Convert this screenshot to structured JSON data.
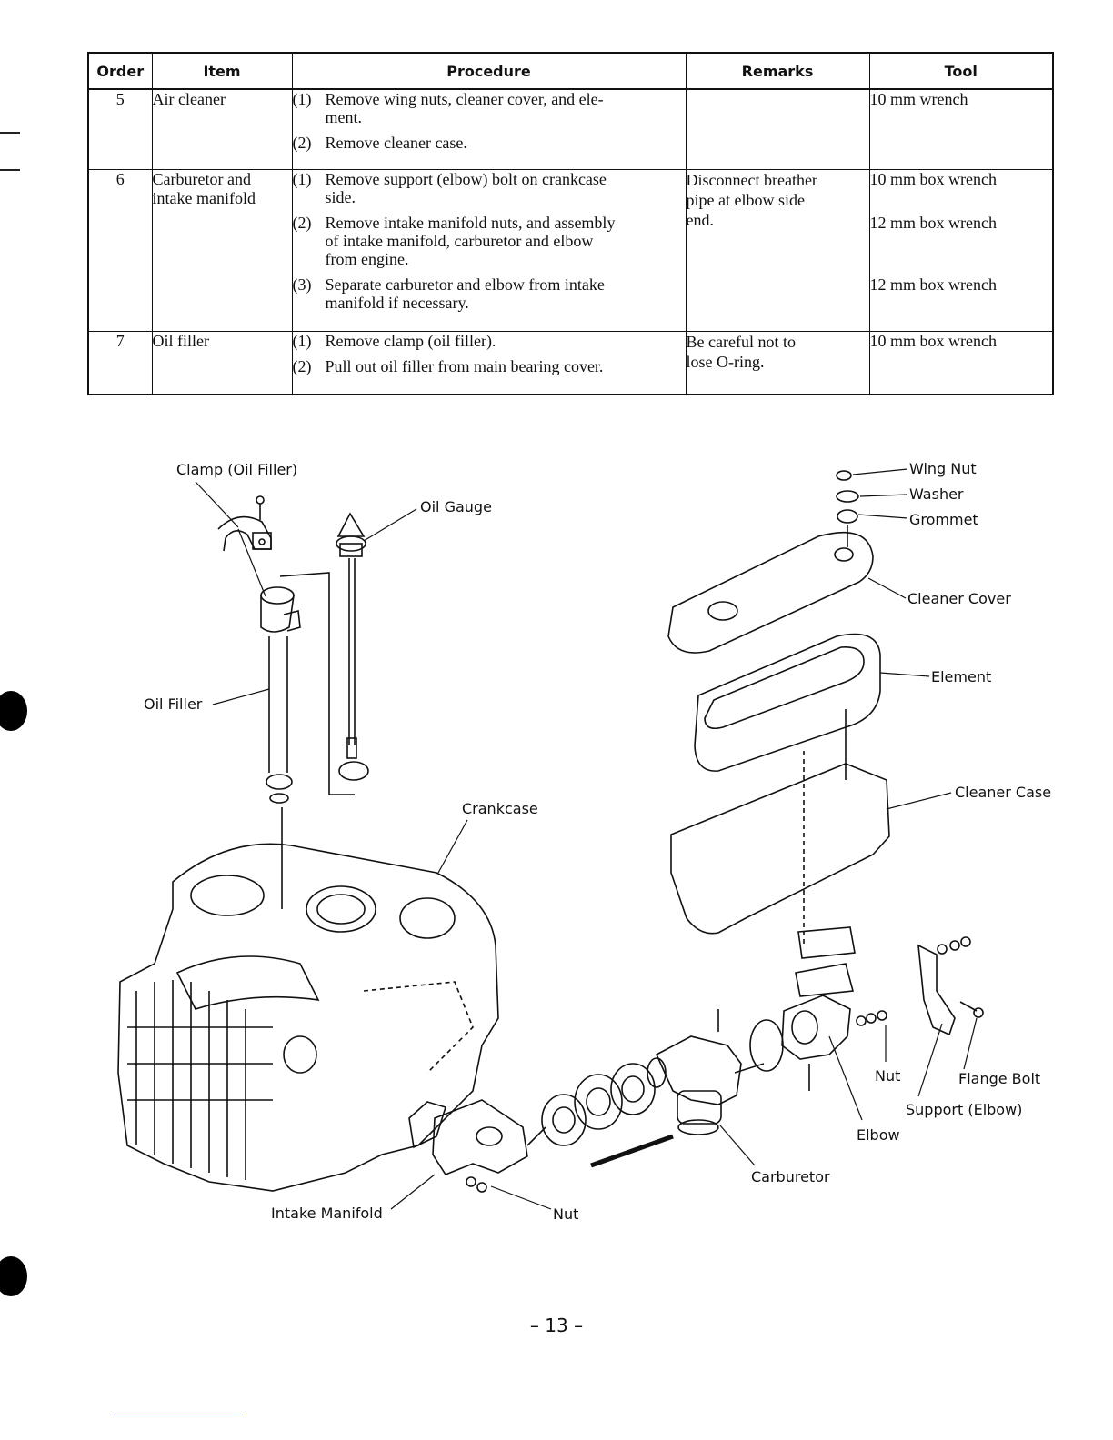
{
  "table": {
    "headers": [
      "Order",
      "Item",
      "Procedure",
      "Remarks",
      "Tool"
    ],
    "rows": [
      {
        "order": "5",
        "item": "Air cleaner",
        "steps": [
          {
            "num": "(1)",
            "text": "Remove wing nuts, cleaner cover, and ele-\nment."
          },
          {
            "num": "(2)",
            "text": "Remove cleaner case."
          }
        ],
        "remarks": "",
        "tools": [
          "10 mm wrench"
        ]
      },
      {
        "order": "6",
        "item": "Carburetor and\nintake manifold",
        "steps": [
          {
            "num": "(1)",
            "text": "Remove support (elbow) bolt on crankcase\nside."
          },
          {
            "num": "(2)",
            "text": "Remove intake manifold nuts, and assembly\nof intake manifold, carburetor and elbow\nfrom engine."
          },
          {
            "num": "(3)",
            "text": "Separate carburetor and elbow from intake\nmanifold if necessary."
          }
        ],
        "remarks": "Disconnect breather\npipe at elbow side\nend.",
        "tools": [
          "10 mm box wrench",
          "12 mm box wrench",
          "12 mm box wrench"
        ]
      },
      {
        "order": "7",
        "item": "Oil filler",
        "steps": [
          {
            "num": "(1)",
            "text": "Remove clamp (oil filler)."
          },
          {
            "num": "(2)",
            "text": "Pull out oil filler from main bearing cover."
          }
        ],
        "remarks": "Be careful not to\nlose O-ring.",
        "tools": [
          "10 mm box wrench"
        ]
      }
    ]
  },
  "diagram": {
    "labels": {
      "clamp": "Clamp (Oil Filler)",
      "oil_gauge": "Oil Gauge",
      "oil_filler": "Oil Filler",
      "crankcase": "Crankcase",
      "intake_manifold": "Intake Manifold",
      "nut_bottom": "Nut",
      "carburetor": "Carburetor",
      "elbow": "Elbow",
      "nut_right": "Nut",
      "flange_bolt": "Flange Bolt",
      "support": "Support (Elbow)",
      "cleaner_case": "Cleaner Case",
      "element": "Element",
      "cleaner_cover": "Cleaner Cover",
      "grommet": "Grommet",
      "washer": "Washer",
      "wing_nut": "Wing Nut"
    }
  },
  "page_number": "– 13 –"
}
